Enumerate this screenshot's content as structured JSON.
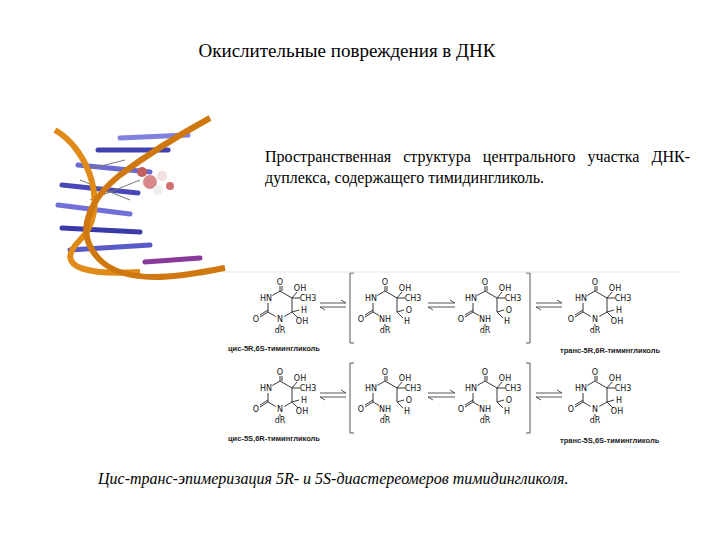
{
  "diagram": {
    "title": "Окислительные повреждения в ДНК",
    "caption": "Цис-транс-эпимеризация 5R- и 5S-диастереомеров тимидингликоля.",
    "labels": [
      "Пространственная структура центрального участка ДНК-дуплекса, содержащего тимидингликоль.",
      "O",
      "HN",
      "O",
      "N",
      "dR",
      "OH",
      "CH3",
      "H",
      "OH",
      "O",
      "HN",
      "O",
      "NH",
      "dR",
      "OH",
      "CH3",
      "O",
      "H",
      "O",
      "HN",
      "O",
      "NH",
      "dR",
      "OH",
      "CH3",
      "O",
      "H",
      "O",
      "HN",
      "O",
      "N",
      "dR",
      "OH",
      "CH3",
      "H",
      "OH",
      "цис-5R,6S-тимингликоль",
      "транс-5R,6R-тимингликоль",
      "O",
      "HN",
      "O",
      "N",
      "dR",
      "OH",
      "CH3",
      "H",
      "OH",
      "O",
      "HN",
      "O",
      "NH",
      "dR",
      "OH",
      "CH3",
      "O",
      "H",
      "O",
      "HN",
      "O",
      "NH",
      "dR",
      "OH",
      "CH3",
      "O",
      "H",
      "O",
      "HN",
      "O",
      "N",
      "dR",
      "OH",
      "CH3",
      "H",
      "OH",
      "цис-5S,6R-тимингликоль",
      "транс-5S,6S-тимингликоль"
    ]
  }
}
